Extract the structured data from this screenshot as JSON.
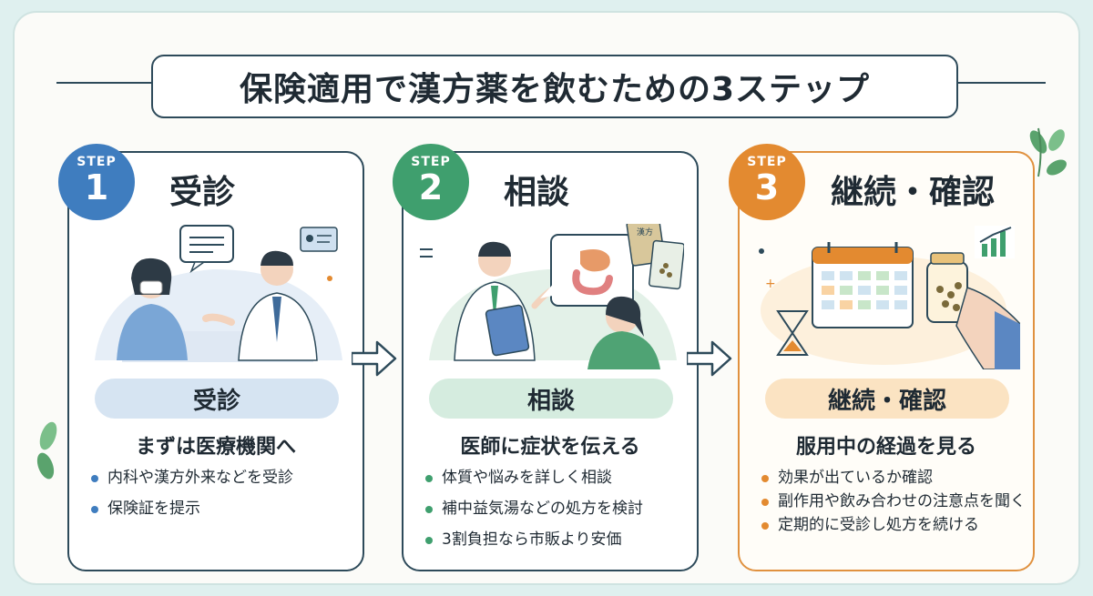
{
  "title": "保険適用で漢方薬を飲むための3ステップ",
  "colors": {
    "step1": "#3f7dbf",
    "step2": "#3f9f6e",
    "step3": "#e38a30",
    "ink": "#2d4a5a"
  },
  "steps": [
    {
      "badge_label": "STEP",
      "number": "1",
      "heading": "受診",
      "pill": "受診",
      "subtitle": "まずは医療機関へ",
      "items": [
        "内科や漢方外来などを受診",
        "保険証を提示"
      ]
    },
    {
      "badge_label": "STEP",
      "number": "2",
      "heading": "相談",
      "pill": "相談",
      "subtitle": "医師に症状を伝える",
      "items": [
        "体質や悩みを詳しく相談",
        "補中益気湯などの処方を検討",
        "3割負担なら市販より安価"
      ],
      "packet_label": "漢方"
    },
    {
      "badge_label": "STEP",
      "number": "3",
      "heading": "継続・確認",
      "pill": "継続・確認",
      "subtitle": "服用中の経過を見る",
      "items": [
        "効果が出ているか確認",
        "副作用や飲み合わせの注意点を聞く",
        "定期的に受診し処方を続ける"
      ]
    }
  ]
}
